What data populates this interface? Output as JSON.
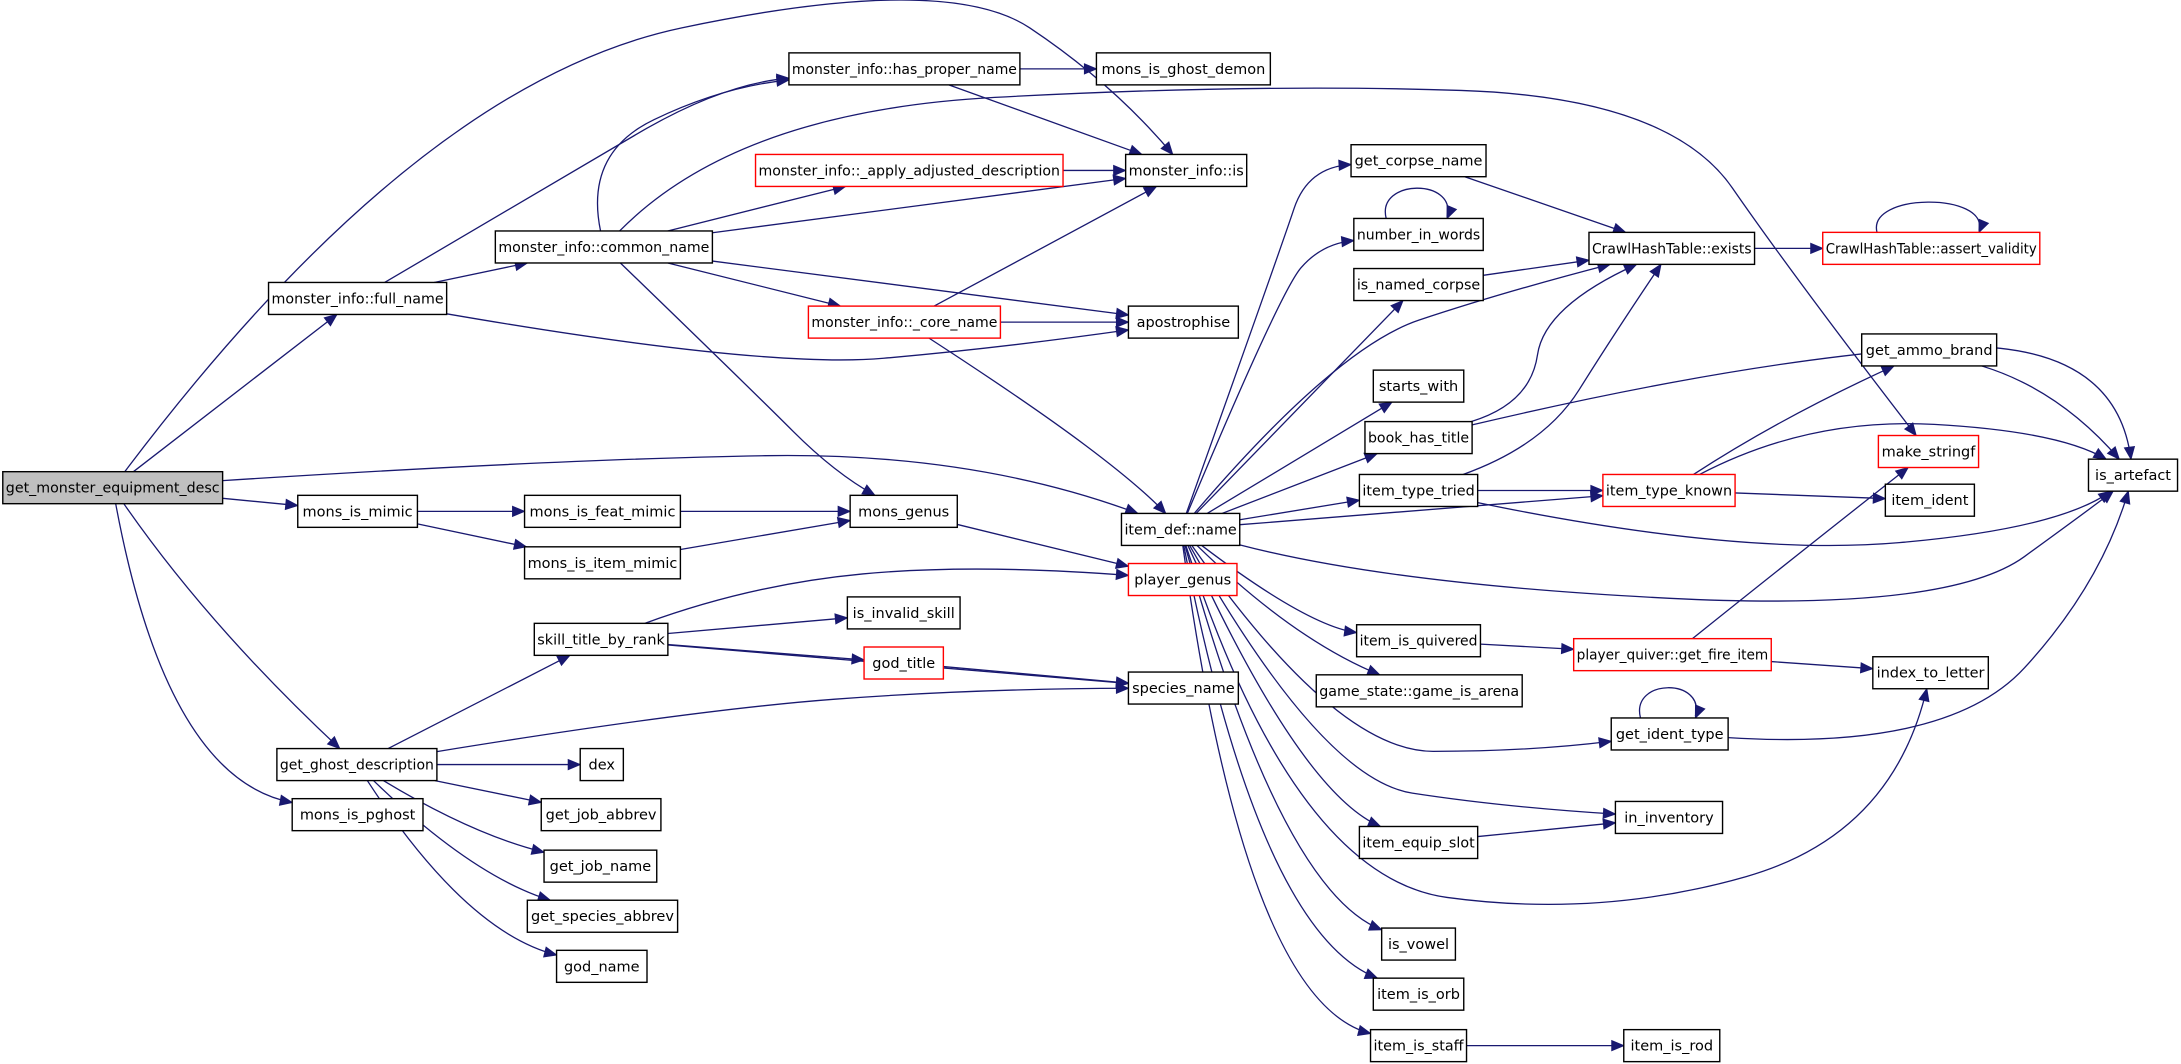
{
  "graph": {
    "nodes": [
      {
        "id": "get_monster_equipment_desc",
        "label": "get_monster_equipment_desc",
        "style": "root"
      },
      {
        "id": "monster_info_full_name",
        "label": "monster_info::full_name",
        "style": "normal"
      },
      {
        "id": "monster_info_common_name",
        "label": "monster_info::common_name",
        "style": "normal"
      },
      {
        "id": "monster_info_has_proper_name",
        "label": "monster_info::has_proper_name",
        "style": "normal"
      },
      {
        "id": "mons_is_ghost_demon",
        "label": "mons_is_ghost_demon",
        "style": "normal"
      },
      {
        "id": "monster_info_apply_adjusted_description",
        "label": "monster_info::_apply_adjusted_description",
        "style": "truncated"
      },
      {
        "id": "monster_info_is",
        "label": "monster_info::is",
        "style": "normal"
      },
      {
        "id": "monster_info_core_name",
        "label": "monster_info::_core_name",
        "style": "truncated"
      },
      {
        "id": "apostrophise",
        "label": "apostrophise",
        "style": "normal"
      },
      {
        "id": "mons_is_mimic",
        "label": "mons_is_mimic",
        "style": "normal"
      },
      {
        "id": "mons_is_feat_mimic",
        "label": "mons_is_feat_mimic",
        "style": "normal"
      },
      {
        "id": "mons_is_item_mimic",
        "label": "mons_is_item_mimic",
        "style": "normal"
      },
      {
        "id": "mons_genus",
        "label": "mons_genus",
        "style": "normal"
      },
      {
        "id": "item_def_name",
        "label": "item_def::name",
        "style": "normal"
      },
      {
        "id": "player_genus",
        "label": "player_genus",
        "style": "truncated"
      },
      {
        "id": "skill_title_by_rank",
        "label": "skill_title_by_rank",
        "style": "normal"
      },
      {
        "id": "is_invalid_skill",
        "label": "is_invalid_skill",
        "style": "normal"
      },
      {
        "id": "god_title",
        "label": "god_title",
        "style": "truncated"
      },
      {
        "id": "species_name",
        "label": "species_name",
        "style": "normal"
      },
      {
        "id": "get_ghost_description",
        "label": "get_ghost_description",
        "style": "normal"
      },
      {
        "id": "dex",
        "label": "dex",
        "style": "normal"
      },
      {
        "id": "get_job_abbrev",
        "label": "get_job_abbrev",
        "style": "normal"
      },
      {
        "id": "get_job_name",
        "label": "get_job_name",
        "style": "normal"
      },
      {
        "id": "get_species_abbrev",
        "label": "get_species_abbrev",
        "style": "normal"
      },
      {
        "id": "god_name",
        "label": "god_name",
        "style": "normal"
      },
      {
        "id": "mons_is_pghost",
        "label": "mons_is_pghost",
        "style": "normal"
      },
      {
        "id": "get_corpse_name",
        "label": "get_corpse_name",
        "style": "normal"
      },
      {
        "id": "number_in_words",
        "label": "number_in_words",
        "style": "normal"
      },
      {
        "id": "is_named_corpse",
        "label": "is_named_corpse",
        "style": "normal"
      },
      {
        "id": "starts_with",
        "label": "starts_with",
        "style": "normal"
      },
      {
        "id": "book_has_title",
        "label": "book_has_title",
        "style": "normal"
      },
      {
        "id": "item_type_tried",
        "label": "item_type_tried",
        "style": "normal"
      },
      {
        "id": "item_is_quivered",
        "label": "item_is_quivered",
        "style": "normal"
      },
      {
        "id": "game_state_game_is_arena",
        "label": "game_state::game_is_arena",
        "style": "normal"
      },
      {
        "id": "item_equip_slot",
        "label": "item_equip_slot",
        "style": "normal"
      },
      {
        "id": "is_vowel",
        "label": "is_vowel",
        "style": "normal"
      },
      {
        "id": "item_is_orb",
        "label": "item_is_orb",
        "style": "normal"
      },
      {
        "id": "item_is_staff",
        "label": "item_is_staff",
        "style": "normal"
      },
      {
        "id": "item_is_rod",
        "label": "item_is_rod",
        "style": "normal"
      },
      {
        "id": "crawl_hash_table_exists",
        "label": "CrawlHashTable::exists",
        "style": "normal"
      },
      {
        "id": "crawl_hash_table_assert_validity",
        "label": "CrawlHashTable::assert_validity",
        "style": "truncated"
      },
      {
        "id": "get_ammo_brand",
        "label": "get_ammo_brand",
        "style": "normal"
      },
      {
        "id": "make_stringf",
        "label": "make_stringf",
        "style": "truncated"
      },
      {
        "id": "item_type_known",
        "label": "item_type_known",
        "style": "truncated"
      },
      {
        "id": "item_ident",
        "label": "item_ident",
        "style": "normal"
      },
      {
        "id": "player_quiver_get_fire_item",
        "label": "player_quiver::get_fire_item",
        "style": "truncated"
      },
      {
        "id": "index_to_letter",
        "label": "index_to_letter",
        "style": "normal"
      },
      {
        "id": "get_ident_type",
        "label": "get_ident_type",
        "style": "normal"
      },
      {
        "id": "in_inventory",
        "label": "in_inventory",
        "style": "normal"
      },
      {
        "id": "is_artefact",
        "label": "is_artefact",
        "style": "normal"
      }
    ],
    "edges": [
      [
        "get_monster_equipment_desc",
        "monster_info_full_name"
      ],
      [
        "get_monster_equipment_desc",
        "monster_info_is"
      ],
      [
        "get_monster_equipment_desc",
        "item_def_name"
      ],
      [
        "get_monster_equipment_desc",
        "mons_is_mimic"
      ],
      [
        "get_monster_equipment_desc",
        "get_ghost_description"
      ],
      [
        "get_monster_equipment_desc",
        "mons_is_pghost"
      ],
      [
        "monster_info_full_name",
        "monster_info_common_name"
      ],
      [
        "monster_info_full_name",
        "monster_info_has_proper_name"
      ],
      [
        "monster_info_full_name",
        "apostrophise"
      ],
      [
        "monster_info_common_name",
        "monster_info_has_proper_name"
      ],
      [
        "monster_info_common_name",
        "monster_info_apply_adjusted_description"
      ],
      [
        "monster_info_common_name",
        "monster_info_is"
      ],
      [
        "monster_info_common_name",
        "monster_info_core_name"
      ],
      [
        "monster_info_common_name",
        "apostrophise"
      ],
      [
        "monster_info_common_name",
        "mons_genus"
      ],
      [
        "monster_info_common_name",
        "make_stringf"
      ],
      [
        "monster_info_has_proper_name",
        "mons_is_ghost_demon"
      ],
      [
        "monster_info_has_proper_name",
        "monster_info_is"
      ],
      [
        "monster_info_apply_adjusted_description",
        "monster_info_is"
      ],
      [
        "monster_info_core_name",
        "monster_info_is"
      ],
      [
        "monster_info_core_name",
        "apostrophise"
      ],
      [
        "monster_info_core_name",
        "item_def_name"
      ],
      [
        "mons_is_mimic",
        "mons_is_feat_mimic"
      ],
      [
        "mons_is_mimic",
        "mons_is_item_mimic"
      ],
      [
        "mons_is_feat_mimic",
        "mons_genus"
      ],
      [
        "mons_is_item_mimic",
        "mons_genus"
      ],
      [
        "mons_genus",
        "player_genus"
      ],
      [
        "skill_title_by_rank",
        "player_genus"
      ],
      [
        "skill_title_by_rank",
        "is_invalid_skill"
      ],
      [
        "skill_title_by_rank",
        "god_title"
      ],
      [
        "skill_title_by_rank",
        "species_name"
      ],
      [
        "god_title",
        "species_name"
      ],
      [
        "get_ghost_description",
        "skill_title_by_rank"
      ],
      [
        "get_ghost_description",
        "species_name"
      ],
      [
        "get_ghost_description",
        "dex"
      ],
      [
        "get_ghost_description",
        "get_job_abbrev"
      ],
      [
        "get_ghost_description",
        "get_job_name"
      ],
      [
        "get_ghost_description",
        "get_species_abbrev"
      ],
      [
        "get_ghost_description",
        "god_name"
      ],
      [
        "item_def_name",
        "get_corpse_name"
      ],
      [
        "item_def_name",
        "number_in_words"
      ],
      [
        "item_def_name",
        "is_named_corpse"
      ],
      [
        "item_def_name",
        "crawl_hash_table_exists"
      ],
      [
        "item_def_name",
        "starts_with"
      ],
      [
        "item_def_name",
        "book_has_title"
      ],
      [
        "item_def_name",
        "item_type_tried"
      ],
      [
        "item_def_name",
        "item_type_known"
      ],
      [
        "item_def_name",
        "is_artefact"
      ],
      [
        "item_def_name",
        "item_is_quivered"
      ],
      [
        "item_def_name",
        "game_state_game_is_arena"
      ],
      [
        "item_def_name",
        "get_ident_type"
      ],
      [
        "item_def_name",
        "in_inventory"
      ],
      [
        "item_def_name",
        "item_equip_slot"
      ],
      [
        "item_def_name",
        "index_to_letter"
      ],
      [
        "item_def_name",
        "is_vowel"
      ],
      [
        "item_def_name",
        "item_is_orb"
      ],
      [
        "item_def_name",
        "item_is_staff"
      ],
      [
        "get_corpse_name",
        "crawl_hash_table_exists"
      ],
      [
        "number_in_words",
        "number_in_words"
      ],
      [
        "is_named_corpse",
        "crawl_hash_table_exists"
      ],
      [
        "book_has_title",
        "crawl_hash_table_exists"
      ],
      [
        "book_has_title",
        "is_artefact"
      ],
      [
        "item_type_tried",
        "crawl_hash_table_exists"
      ],
      [
        "item_type_tried",
        "item_type_known"
      ],
      [
        "item_type_tried",
        "is_artefact"
      ],
      [
        "crawl_hash_table_exists",
        "crawl_hash_table_assert_validity"
      ],
      [
        "crawl_hash_table_assert_validity",
        "crawl_hash_table_assert_validity"
      ],
      [
        "item_type_known",
        "get_ammo_brand"
      ],
      [
        "item_type_known",
        "is_artefact"
      ],
      [
        "item_type_known",
        "item_ident"
      ],
      [
        "get_ammo_brand",
        "is_artefact"
      ],
      [
        "item_is_quivered",
        "player_quiver_get_fire_item"
      ],
      [
        "player_quiver_get_fire_item",
        "make_stringf"
      ],
      [
        "player_quiver_get_fire_item",
        "index_to_letter"
      ],
      [
        "get_ident_type",
        "get_ident_type"
      ],
      [
        "get_ident_type",
        "is_artefact"
      ],
      [
        "item_equip_slot",
        "in_inventory"
      ],
      [
        "item_is_staff",
        "item_is_rod"
      ]
    ]
  },
  "colors": {
    "edge": "#191970",
    "node_border": "#000000",
    "truncated_border": "#ff0000",
    "root_fill": "#bfbfbf",
    "node_fill": "#ffffff",
    "background": "#ffffff"
  }
}
